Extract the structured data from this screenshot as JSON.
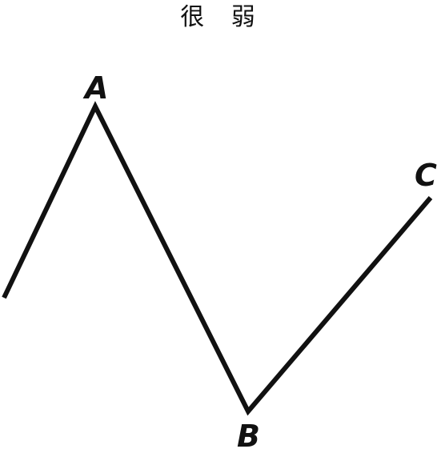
{
  "title": "很 弱",
  "points": {
    "a_label": "A",
    "b_label": "B",
    "c_label": "C"
  },
  "colors": {
    "ink": "#111111",
    "background": "#ffffff"
  }
}
